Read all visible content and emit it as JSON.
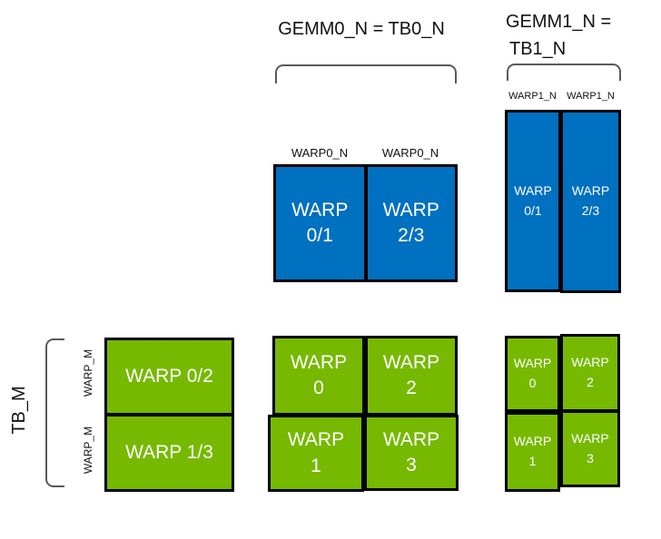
{
  "colors": {
    "blue": "#0070c0",
    "green": "#76b900",
    "border": "#000000",
    "brace": "#595959"
  },
  "headers": {
    "gemm0": "GEMM0_N = TB0_N",
    "gemm1_line1": "GEMM1_N =",
    "gemm1_line2": "TB1_N"
  },
  "gemm0_tiles": {
    "col_labels": [
      "WARP0_N",
      "WARP0_N"
    ],
    "cells": [
      {
        "line1": "WARP",
        "line2": "0/1"
      },
      {
        "line1": "WARP",
        "line2": "2/3"
      }
    ]
  },
  "gemm1_tiles": {
    "col_labels": [
      "WARP1_N",
      "WARP1_N"
    ],
    "cells": [
      {
        "line1": "WARP",
        "line2": "0/1"
      },
      {
        "line1": "WARP",
        "line2": "2/3"
      }
    ]
  },
  "row_axis": {
    "tb": "TB_M",
    "warp_labels": [
      "WARP_M",
      "WARP_M"
    ]
  },
  "accum_left": {
    "rows": [
      "WARP 0/2",
      "WARP 1/3"
    ]
  },
  "accum_mid": {
    "cells": [
      {
        "line1": "WARP",
        "line2": "0"
      },
      {
        "line1": "WARP",
        "line2": "2"
      },
      {
        "line1": "WARP",
        "line2": "1"
      },
      {
        "line1": "WARP",
        "line2": "3"
      }
    ]
  },
  "accum_right": {
    "cells": [
      {
        "line1": "WARP",
        "line2": "0"
      },
      {
        "line1": "WARP",
        "line2": "2"
      },
      {
        "line1": "WARP",
        "line2": "1"
      },
      {
        "line1": "WARP",
        "line2": "3"
      }
    ]
  }
}
